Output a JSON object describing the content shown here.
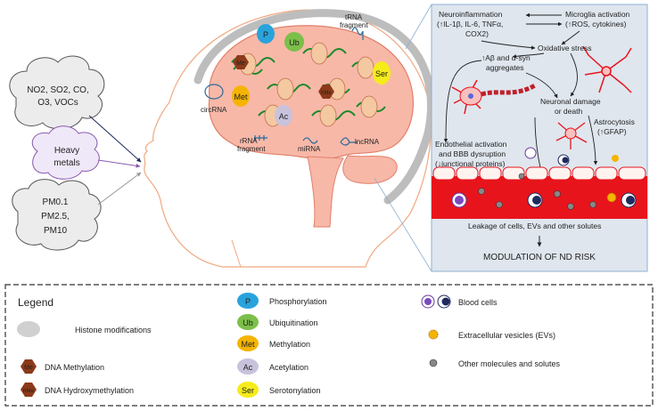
{
  "pollutants": {
    "gases_line1": "NO2, SO2, CO,",
    "gases_line2": "O3, VOCs",
    "metals_line1": "Heavy",
    "metals_line2": "metals",
    "pm1": "PM0.1",
    "pm2": "PM2.5,",
    "pm3": "PM10"
  },
  "brain_labels": {
    "trna": "tRNA",
    "trna2": "fragment",
    "circrna": "circRNA",
    "rrna": "rRNA",
    "rrna2": "fragment",
    "mirna": "miRNA",
    "lncrna": "lncRNA"
  },
  "marks": {
    "p": "P",
    "ub": "Ub",
    "met": "Met",
    "ac": "Ac",
    "ser": "Ser",
    "me": "Me",
    "hme": "hMe"
  },
  "pathway": {
    "neuroinflammation": "Neuroinflammation",
    "cytokines": "(↑IL-1β, IL-6, TNFα,",
    "cox2": "COX2)",
    "microglia": "Microglia activation",
    "ros": "(↑ROS, cytokines)",
    "oxidative": "Oxidative stress",
    "abeta": "↑Aβ and α-syn",
    "aggregates": "aggregates",
    "neuronal": "Neuronal damage",
    "death": "or death",
    "astro": "Astrocytosis",
    "gfap": "(↑GFAP)",
    "endo1": "Endothelial activation",
    "endo2": "and BBB dysruption",
    "endo3": "(↓junctional proteins)",
    "leakage": "Leakage of cells, EVs and other solutes",
    "modulation": "MODULATION OF ND RISK"
  },
  "legend": {
    "title": "Legend",
    "histone": "Histone modifications",
    "dna_me": "DNA Methylation",
    "dna_hme": "DNA Hydroxymethylation",
    "phos": "Phosphorylation",
    "ubiq": "Ubiquitination",
    "methyl": "Methylation",
    "acetyl": "Acetylation",
    "sero": "Serotonylation",
    "blood": "Blood cells",
    "evs": "Extracellular vesicles (EVs)",
    "other": "Other molecules and solutes"
  },
  "colors": {
    "phos": "#29a3dc",
    "ubiq": "#7cbf4a",
    "methyl": "#f4b400",
    "acetyl": "#c9c2dc",
    "sero": "#f5ec1a",
    "dna_mark": "#8b3a1a",
    "brain": "#f8b8a8",
    "vessel": "#e8141c",
    "panel": "#dfe6ee",
    "modulation": "#c0202a"
  }
}
